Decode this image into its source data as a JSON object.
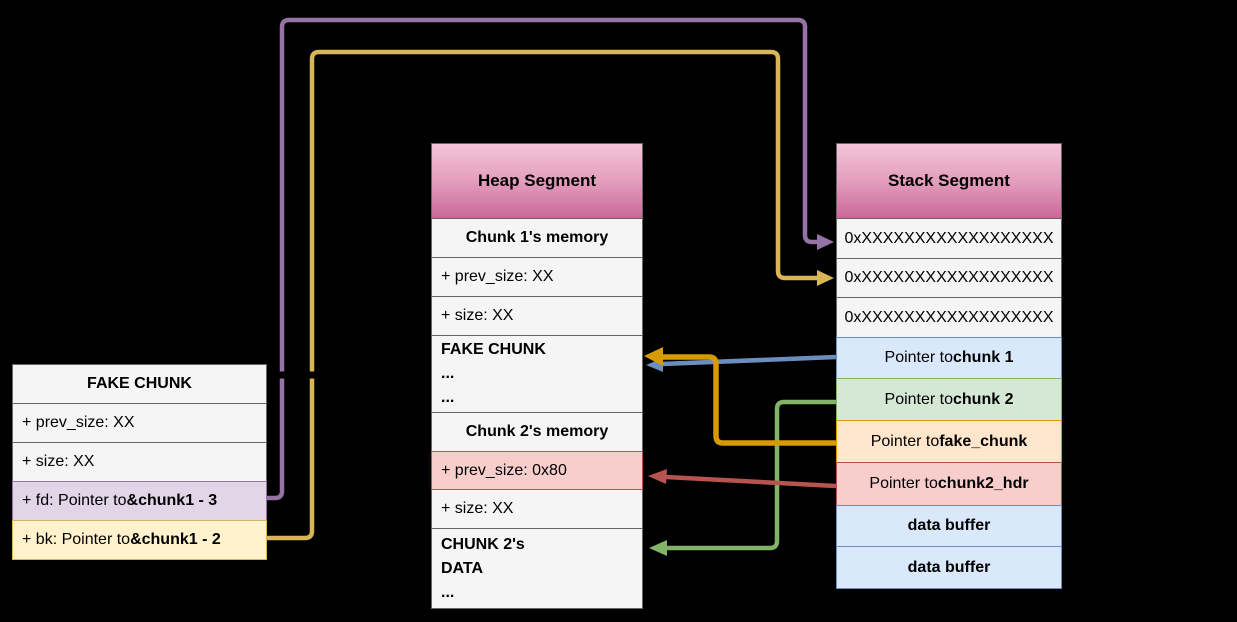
{
  "colors": {
    "background": "#000000",
    "table_fill": "#f5f5f5",
    "table_border": "#666666",
    "header_gradient_top": "#f2c5da",
    "header_gradient_bottom": "#ca6898",
    "purple": "#9673a6",
    "purple_fill": "#e1d5e7",
    "gold": "#d6b656",
    "gold_fill": "#fff2cc",
    "blue": "#6c8ebf",
    "blue_fill": "#dae8fc",
    "green": "#82b366",
    "green_fill": "#d5e8d4",
    "orange": "#d79b00",
    "orange_fill": "#ffe6cc",
    "red": "#b85450",
    "red_fill": "#f8cecc",
    "hidden_line": "#000000"
  },
  "fake_chunk_table": {
    "title": "FAKE CHUNK",
    "rows": [
      {
        "text": "+ prev_size: XX"
      },
      {
        "text": "+ size: XX"
      },
      {
        "pre": "+ fd: Pointer to ",
        "bold": "&chunk1 - 3"
      },
      {
        "pre": "+ bk: Pointer to ",
        "bold": "&chunk1 - 2"
      }
    ]
  },
  "heap_table": {
    "title": "Heap Segment",
    "rows": [
      {
        "text": "Chunk 1's memory"
      },
      {
        "text": "+ prev_size: XX"
      },
      {
        "text": "+ size: XX"
      },
      {
        "lines": [
          "FAKE CHUNK",
          "...",
          "..."
        ]
      },
      {
        "text": "Chunk 2's memory"
      },
      {
        "text": "+ prev_size: 0x80"
      },
      {
        "text": "+ size: XX"
      },
      {
        "lines": [
          "CHUNK 2's",
          "DATA",
          "..."
        ]
      }
    ]
  },
  "stack_table": {
    "title": "Stack Segment",
    "rows": [
      {
        "text": "0xXXXXXXXXXXXXXXXXXX"
      },
      {
        "text": "0xXXXXXXXXXXXXXXXXXX"
      },
      {
        "text": "0xXXXXXXXXXXXXXXXXXX"
      },
      {
        "pre": "Pointer to ",
        "bold": "chunk 1"
      },
      {
        "pre": "Pointer to ",
        "bold": "chunk 2"
      },
      {
        "pre": "Pointer to ",
        "bold": "fake_chunk"
      },
      {
        "pre": "Pointer to ",
        "bold": "chunk2_hdr"
      },
      {
        "text": "data buffer"
      },
      {
        "text": "data buffer"
      }
    ]
  },
  "arrows": [
    {
      "name": "fake-chunk-fd-to-stack-slot-1",
      "color": "#9673a6"
    },
    {
      "name": "fake-chunk-bk-to-stack-slot-2",
      "color": "#d6b656"
    },
    {
      "name": "stack-chunk1-ptr-to-heap-fake-chunk",
      "color": "#6c8ebf"
    },
    {
      "name": "stack-chunk2-ptr-to-heap-chunk2-data",
      "color": "#82b366"
    },
    {
      "name": "stack-fake-chunk-ptr-to-heap-fake-chunk",
      "color": "#d79b00"
    },
    {
      "name": "stack-chunk2-hdr-ptr-to-heap-prev-size",
      "color": "#b85450"
    }
  ]
}
